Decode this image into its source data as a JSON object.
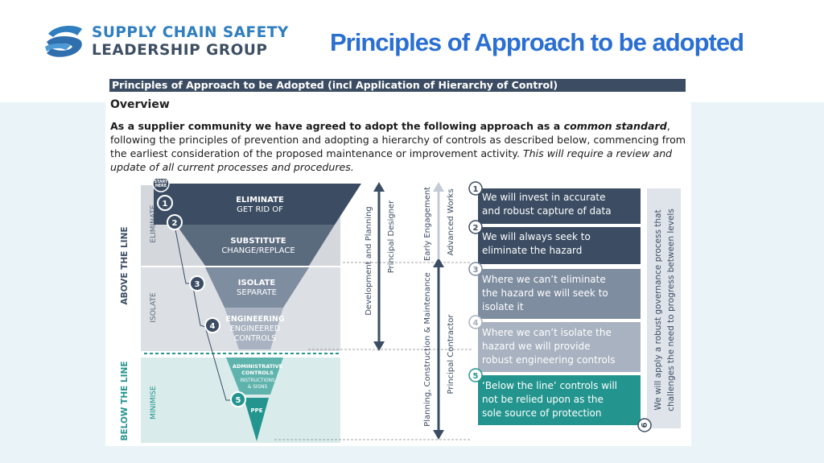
{
  "header": {
    "logo_line1": "SUPPLY CHAIN SAFETY",
    "logo_line2": "LEADERSHIP GROUP",
    "slide_title": "Principles of Approach to be adopted"
  },
  "document": {
    "bar_title": "Principles of Approach to be Adopted (incl Application of Hierarchy of Control)",
    "overview_heading": "Overview",
    "para_bold1": "As a supplier community we have agreed to adopt the following approach as a ",
    "para_italic_bold": "common standard",
    "para_normal": ", following the principles of prevention and adopting a hierarchy of controls as described below, commencing from the earliest consideration of the proposed maintenance or improvement activity. ",
    "para_italic": "This will require a review and update of all current processes and procedures."
  },
  "diagram": {
    "start_here": [
      "START",
      "HERE"
    ],
    "above_line": "ABOVE THE LINE",
    "below_line": "BELOW THE LINE",
    "zone_eliminate": "ELIMINATE",
    "zone_isolate": "ISOLATE",
    "zone_minimise": "MINIMISE",
    "levels": [
      {
        "num": "1",
        "title": "ELIMINATE",
        "sub": "GET RID OF"
      },
      {
        "num": "2",
        "title": "SUBSTITUTE",
        "sub": "CHANGE/REPLACE"
      },
      {
        "num": "3",
        "title": "ISOLATE",
        "sub": "SEPARATE"
      },
      {
        "num": "4",
        "title": "ENGINEERING",
        "sub": "ENGINEERED",
        "sub2": "CONTROLS"
      },
      {
        "num": "",
        "title": "ADMINISTRATIVE",
        "sub": "CONTROLS",
        "sub2": "INSTRUCTIONS",
        "sub3": "& SIGNS"
      },
      {
        "num": "5",
        "title": "PPE",
        "sub": ""
      }
    ],
    "arrow_dev_planning": "Development and Planning",
    "arrow_principal_designer": "Principal Designer",
    "arrow_early_engagement": "Early Engagement",
    "arrow_advanced_works": "Advanced Works",
    "arrow_planning_construction": "Planning, Construction & Maintenance",
    "arrow_principal_contractor": "Principal Contractor",
    "statements": [
      {
        "num": "1",
        "lines": [
          "We will invest in accurate",
          "and robust capture of data"
        ]
      },
      {
        "num": "2",
        "lines": [
          "We will always seek to",
          "eliminate the hazard"
        ]
      },
      {
        "num": "3",
        "lines": [
          "Where we can’t eliminate",
          "the hazard we will seek to",
          "isolate it"
        ]
      },
      {
        "num": "4",
        "lines": [
          "Where we can’t isolate the",
          "hazard we will provide",
          "robust engineering controls"
        ]
      },
      {
        "num": "5",
        "lines": [
          "‘Below the line’ controls will",
          "not be relied upon as the",
          "sole source of protection"
        ]
      }
    ],
    "governance_num": "6",
    "governance_line1": "We will apply a robust governance process that",
    "governance_line2": "challenges the need to progress between levels"
  },
  "colors": {
    "dark_navy": "#3c4d63",
    "slate": "#5b6b7e",
    "grey_blue": "#7f8da0",
    "light_grey": "#a8b2c0",
    "teal": "#23958e",
    "title_blue": "#2a6fd1"
  }
}
